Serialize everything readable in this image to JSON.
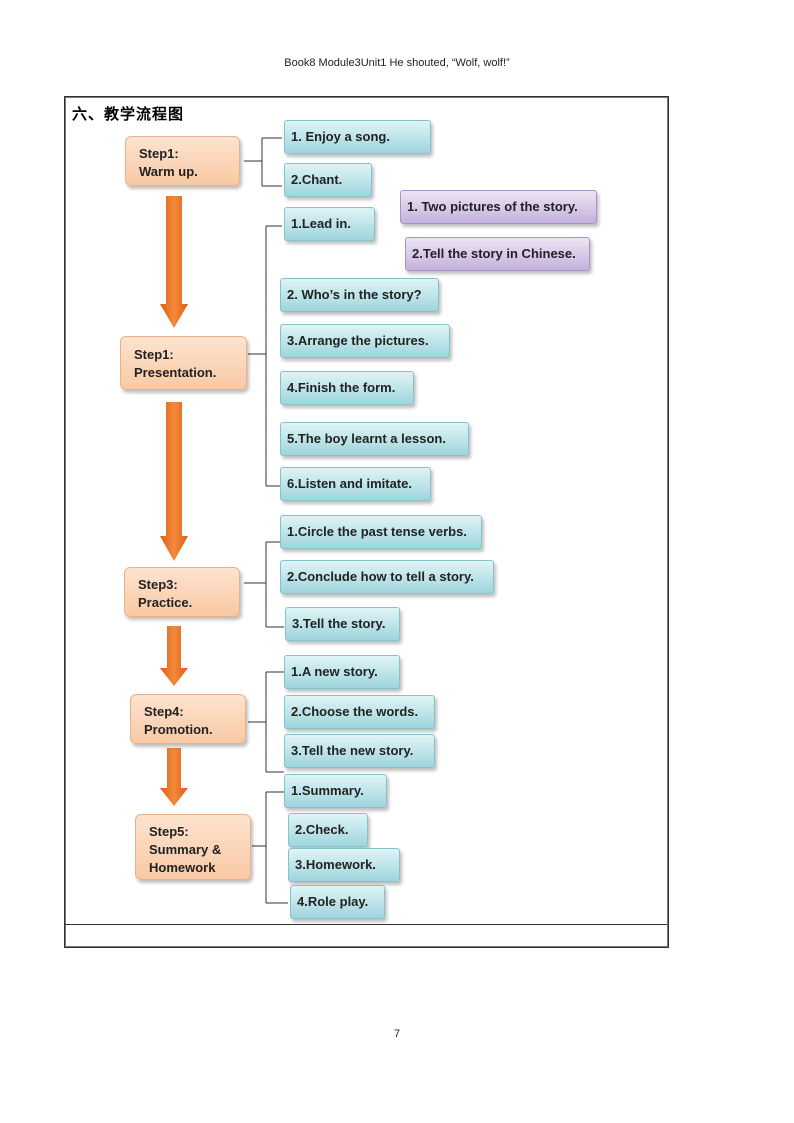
{
  "header": {
    "text": "Book8 Module3Unit1 He shouted, “Wolf, wolf!”"
  },
  "section_title": "六、教学流程图",
  "steps": [
    {
      "line1": "Step1:",
      "line2": "Warm up."
    },
    {
      "line1": "Step1:",
      "line2": "Presentation."
    },
    {
      "line1": "Step3:",
      "line2": "Practice."
    },
    {
      "line1": "Step4:",
      "line2": "Promotion."
    },
    {
      "line1": "Step5:",
      "line2": "Summary &",
      "line3": "Homework"
    }
  ],
  "warmup_items": [
    "1. Enjoy a song.",
    "2.Chant."
  ],
  "presentation_items": [
    "1.Lead in.",
    "2. Who’s in the story?",
    "3.Arrange the pictures.",
    "4.Finish the form.",
    "5.The boy learnt a lesson.",
    "6.Listen and imitate."
  ],
  "lead_in_subitems": [
    "1. Two pictures of the story.",
    "2.Tell the story in Chinese."
  ],
  "practice_items": [
    "1.Circle the past tense verbs.",
    "2.Conclude how to tell a story.",
    "3.Tell the story."
  ],
  "promotion_items": [
    "1.A new story.",
    "2.Choose the words.",
    "3.Tell the new story."
  ],
  "summary_items": [
    "1.Summary.",
    "2.Check.",
    "3.Homework.",
    "4.Role play."
  ],
  "page_number": "7",
  "colors": {
    "step_fill": "#f8c9a4",
    "item_fill": "#9fd5dd",
    "sub_item_fill": "#c5b1dc",
    "arrow": "#e8711f"
  }
}
